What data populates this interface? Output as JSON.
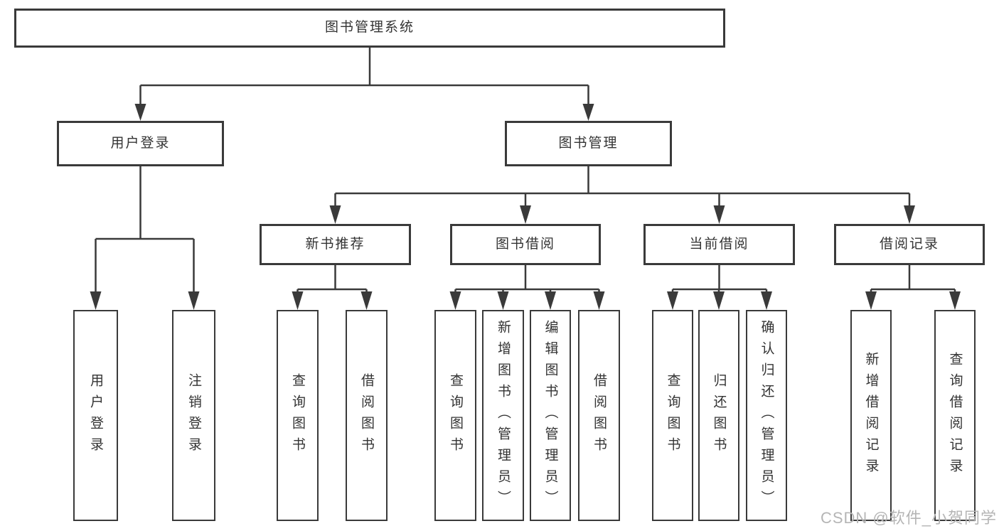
{
  "colors": {
    "line": "#3a3a3a",
    "text": "#333333",
    "watermark": "#b5b5b5",
    "background": "#ffffff"
  },
  "diagram": {
    "root": {
      "label": "图书管理系统"
    },
    "level2": [
      {
        "label": "用户登录"
      },
      {
        "label": "图书管理"
      }
    ],
    "level3": [
      {
        "label": "新书推荐"
      },
      {
        "label": "图书借阅"
      },
      {
        "label": "当前借阅"
      },
      {
        "label": "借阅记录"
      }
    ],
    "leaves": [
      {
        "label": "用户登录"
      },
      {
        "label": "注销登录"
      },
      {
        "label": "查询图书"
      },
      {
        "label": "借阅图书"
      },
      {
        "label": "查询图书"
      },
      {
        "label": "新增图书（管理员）"
      },
      {
        "label": "编辑图书（管理员）"
      },
      {
        "label": "借阅图书"
      },
      {
        "label": "查询图书"
      },
      {
        "label": "归还图书"
      },
      {
        "label": "确认归还（管理员）"
      },
      {
        "label": "新增借阅记录"
      },
      {
        "label": "查询借阅记录"
      }
    ]
  },
  "watermark": {
    "text": "CSDN @软件_小贺同学"
  }
}
